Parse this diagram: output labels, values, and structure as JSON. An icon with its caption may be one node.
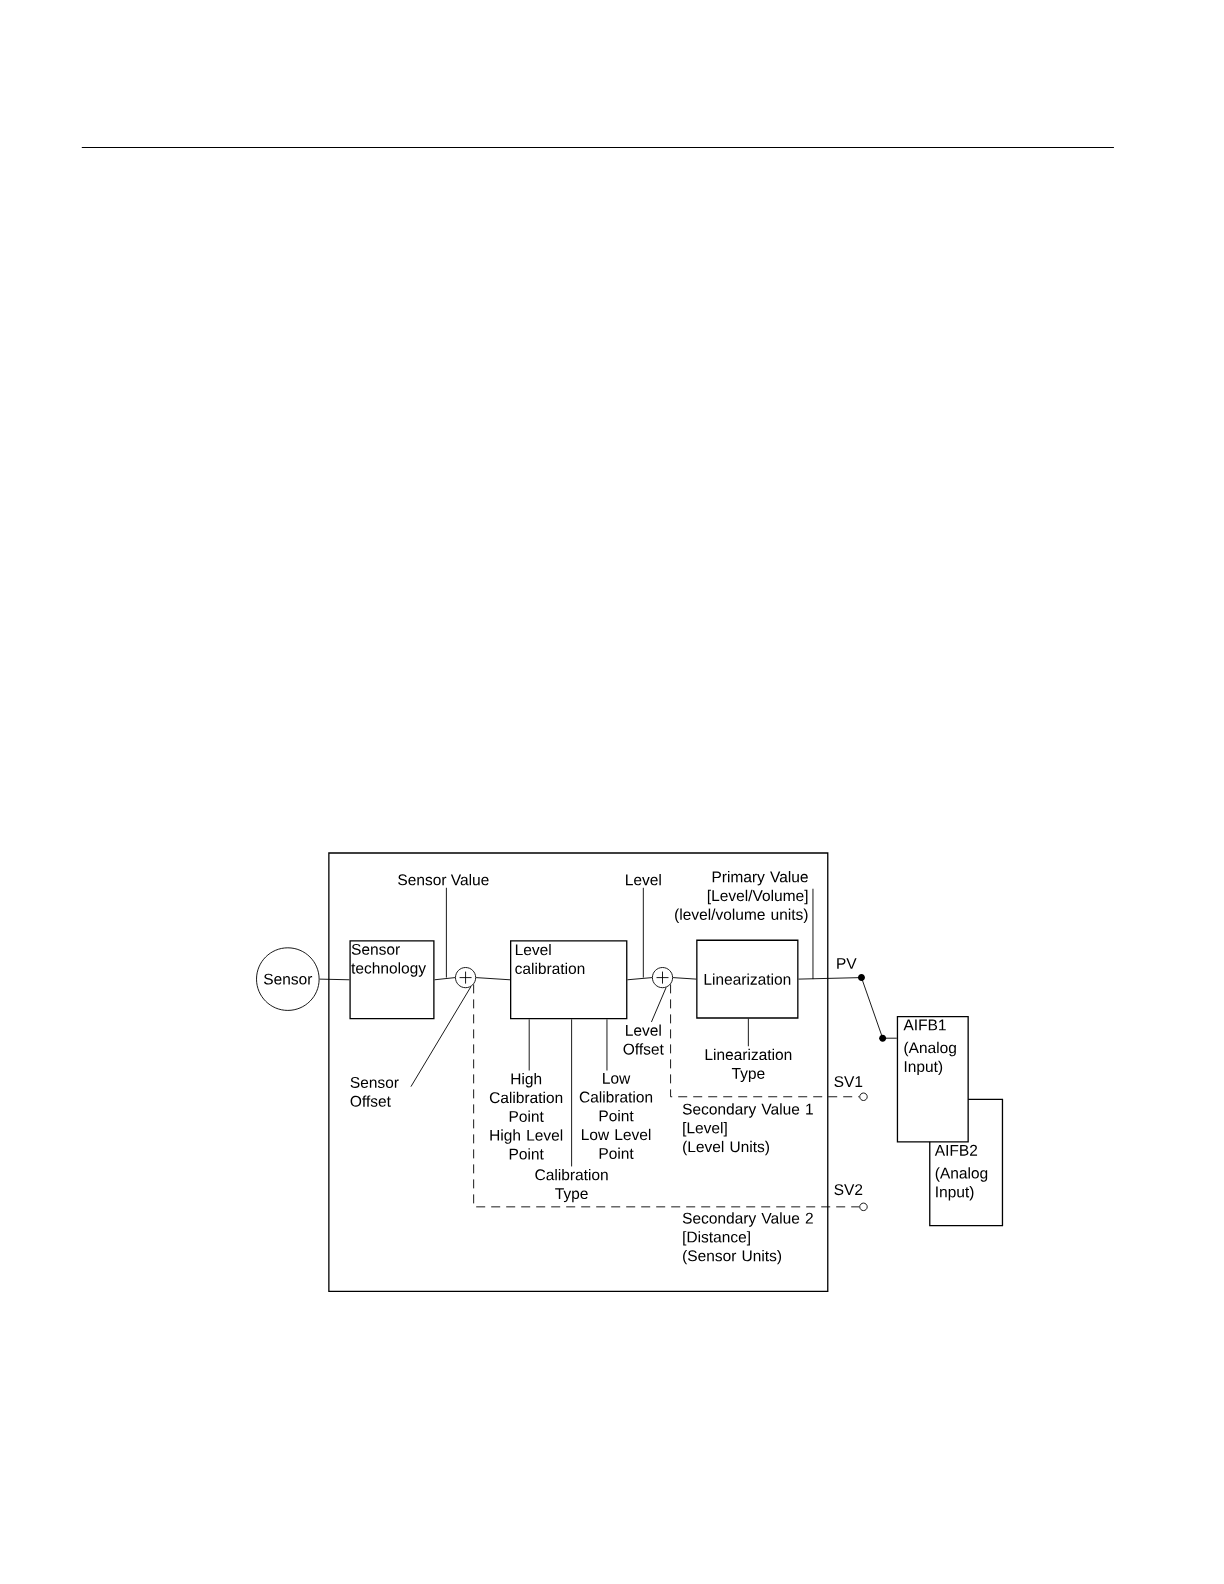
{
  "diagram": {
    "nodes": [
      {
        "text": [],
        "shape": "box"
      },
      {
        "text": [
          "Sensor"
        ]
      },
      {
        "text": [
          "Sensor technology"
        ],
        "in": 0
      },
      {
        "text": [],
        "shape": "circle",
        "in": 0
      },
      {
        "text": [
          "Level calibration"
        ],
        "in": 0
      },
      {
        "text": [],
        "shape": "circle",
        "in": 0
      },
      {
        "text": [
          "Linearization"
        ],
        "in": 0
      },
      {
        "text": [
          "AIFB1",
          "(Analog Input)"
        ]
      },
      {
        "text": [
          "AIFB2",
          "(Analog Input)"
        ]
      },
      {
        "text": [
          "Sensor Value"
        ],
        "in": 0
      },
      {
        "text": [
          "Level"
        ],
        "in": 0
      },
      {
        "text": [
          "Primary Value [Level/Volume] (level/volume units)"
        ],
        "in": 0
      },
      {
        "text": [
          "Sensor Offset"
        ],
        "in": 0
      },
      {
        "text": [
          "Level Offset"
        ],
        "in": 0
      },
      {
        "text": [
          "High Calibration Point",
          "High Level Point"
        ],
        "in": 0
      },
      {
        "text": [
          "Low Calibration Point",
          "Low Level Point"
        ],
        "in": 0
      },
      {
        "text": [
          "Calibration Type"
        ],
        "in": 0
      },
      {
        "text": [
          "Linearization Type"
        ],
        "in": 0
      },
      {
        "text": [],
        "shape": "circle"
      },
      {
        "text": [],
        "shape": "circle"
      }
    ],
    "edges": [
      {
        "from": 1,
        "to": 2,
        "arrow": "none"
      },
      {
        "from": 2,
        "to": 3,
        "arrow": "none"
      },
      {
        "from": 3,
        "to": 4,
        "arrow": "none"
      },
      {
        "from": 4,
        "to": 5,
        "arrow": "none"
      },
      {
        "from": 5,
        "to": 6,
        "arrow": "none"
      },
      {
        "from": 6,
        "to": 7,
        "arrow": "none",
        "label": "PV"
      },
      {
        "from": 9,
        "to": 3,
        "arrow": "none"
      },
      {
        "from": 10,
        "to": 5,
        "arrow": "none"
      },
      {
        "from": 11,
        "to": 6,
        "arrow": "none"
      },
      {
        "from": 12,
        "to": 3,
        "arrow": "none"
      },
      {
        "from": 13,
        "to": 5,
        "arrow": "none"
      },
      {
        "from": 14,
        "to": 4,
        "arrow": "none"
      },
      {
        "from": 16,
        "to": 4,
        "arrow": "none"
      },
      {
        "from": 15,
        "to": 4,
        "arrow": "none"
      },
      {
        "from": 17,
        "to": 6,
        "arrow": "none"
      },
      {
        "from": 5,
        "to": 18,
        "arrow": "none",
        "style": "dashed",
        "label": "SV1"
      },
      {
        "from": 3,
        "to": 19,
        "arrow": "none",
        "style": "dashed",
        "label": "SV2"
      }
    ],
    "labels": [
      "Secondary Value 1 [Level] (Level Units)",
      "Secondary Value 2 [Distance] (Sensor Units)"
    ]
  }
}
